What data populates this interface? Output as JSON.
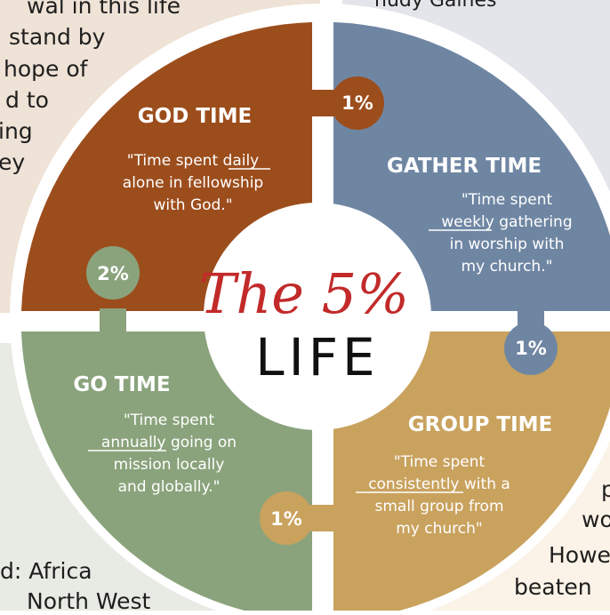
{
  "background_text": {
    "top_left": [
      "wal in this life",
      "stand by",
      "hope of",
      "d to",
      "ing",
      "ey"
    ],
    "top_right": "hudy Gaines",
    "bottom_left": [
      "d:  Africa",
      "North West"
    ],
    "bottom_right": [
      "p",
      "wo",
      "Howe",
      "beaten"
    ]
  },
  "diagram": {
    "center": {
      "script": "The 5%",
      "word": "LIFE"
    },
    "quadrants": [
      {
        "id": "god",
        "title": "GOD TIME",
        "quote": [
          "\"Time spent daily",
          "alone in fellowship",
          "with God.\""
        ],
        "underlined": "daily",
        "color": "#9c4d1c"
      },
      {
        "id": "gather",
        "title": "GATHER TIME",
        "quote": [
          "\"Time spent",
          "weekly gathering",
          "in worship with",
          "my church.\""
        ],
        "underlined": "weekly",
        "color": "#6f86a3"
      },
      {
        "id": "group",
        "title": "GROUP TIME",
        "quote": [
          "\"Time spent",
          "consistently with a",
          "small group from",
          "my church\""
        ],
        "underlined": "consistently",
        "color": "#c9a25e"
      },
      {
        "id": "go",
        "title": "GO TIME",
        "quote": [
          "\"Time spent",
          "annually going on",
          "mission locally",
          "and globally.\""
        ],
        "underlined": "annually",
        "color": "#8aa37c"
      }
    ],
    "connectors": [
      {
        "id": "top",
        "label": "1%"
      },
      {
        "id": "right",
        "label": "1%"
      },
      {
        "id": "bottom",
        "label": "1%"
      },
      {
        "id": "left",
        "label": "2%"
      }
    ],
    "colors": {
      "script_red": "#c22a2a",
      "life_black": "#111111",
      "text_white": "#ffffff"
    }
  }
}
